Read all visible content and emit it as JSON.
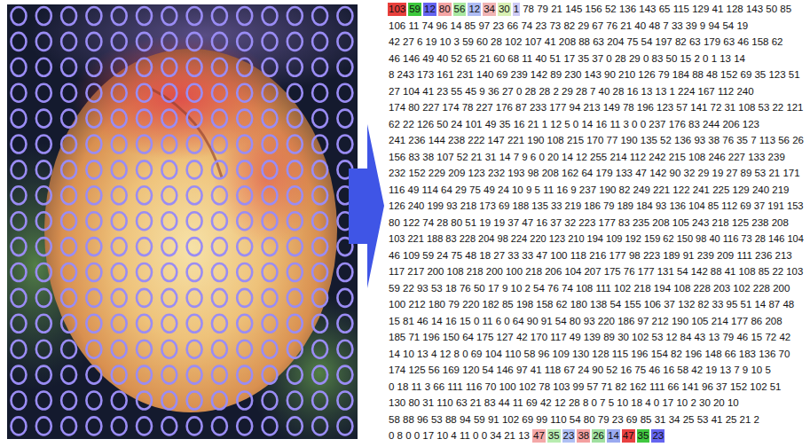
{
  "diagram": {
    "labels": [
      "103",
      "59",
      "12",
      "80",
      "56",
      "12",
      "34",
      "30",
      "1",
      "78 79 21 145 156 52 136 143 65 115 129 41 128 143 50 85",
      "106 11 74 96 14 85 97 23 66 74 23 73 82 29 67 76 21 40 48 7 33 39 9 94 54 19",
      "42 27 6 19 10 3 59 60 28 102 107 41 208 88 63 204 75 54 197 82 63 179 63 46 158 62",
      "46 146 49 40 52 65 21 60 68 11 40 51 17 35 37 0 28 29 0 83 50 15 2 0 1 13 14",
      "8 243 173 161 231 140 69 239 142 89 230 143 90 210 126 79 184 88 48 152 69 35 123 51",
      "27 104 41 23 55 45 9 36 27 0 28 28 2 29 28 7 40 28 16 13 13 1 224 167 112 240",
      "174 80 227 174 78 227 176 87 233 177 94 213 149 78 196 123 57 141 72 31 108 53 22 121",
      "62 22 126 50 24 101 49 35 16 21 1 12 5 0 14 16 11 3 0 0 237 176 83 244 206 123",
      "241 236 144 238 222 147 221 190 108 215 170 77 190 135 52 136 93 38 76 35 7 113 56 26",
      "156 83 38 107 52 21 31 14 7 9 6 0 20 14 12 255 214 112 242 215 108 246 227 133 239",
      "232 152 229 209 123 232 193 98 208 162 64 179 133 47 142 90 32 29 19 27 89 53 21 171",
      "116 49 114 64 29 75 49 24 10 9 5 11 16 9 237 190 82 249 221 122 241 225 129 240 219",
      "126 240 199 93 218 173 69 188 135 33 219 186 79 189 184 93 136 104 85 112 69 37 191 153",
      "80 122 74 28 80 51 19 19 37 47 16 37 32 223 177 83 235 208 105 243 218 125 238 208",
      "103 221 188 83 228 204 98 224 220 123 210 194 109 192 159 62 150 98 40 116 73 28 146 104",
      "46 109 59 24 75 48 18 27 33 33 47 100 118 216 177 98 223 189 91 239 209 111 236 213",
      "117 217 200 108 218 200 100 218 206 104 207 175 76 177 131 54 142 88 41 108 85 22 103",
      "59 22 93 53 18 76 50 17 9 10 2 54 76 74 108 111 102 218 194 108 228 203 102 228 200",
      "100 212 180 79 220 182 85 198 158 62 180 138 54 155 106 37 132 82 33 95 51 14 87 48",
      "15 81 46 14 16 15 0 11 6 0 64 90 91 54 80 93 220 186 97 212 190 105 214 177 86 208",
      "185 71 196 150 64 175 127 42 170 117 49 139 89 30 102 53 12 84 43 13 79 46 15 72 42",
      "14 10 13 4 12 8 0 69 104 110 58 96 109 130 128 115 196 154 82 196 148 66 183 136 70",
      "174 125 56 169 120 54 146 97 41 118 67 24 90 52 16 75 46 16 58 42 19 13 7 9 10 5",
      "0 18 11 3 66 111 116 70 100 102 78 103 99 57 71 82 162 111 66 141 96 37 152 102 51",
      "130 80 31 110 63 21 83 44 11 69 42 12 28 8 0 7 5 10 18 4 0 17 10 2 30 20 10",
      "58 88 96 53 88 94 59 91 102 69 99 110 54 80 79 23 69 85 31 34 25 53 41 25 21 2",
      "0 8 0 0 17 10 4 11 0 0 34 21 13",
      "47",
      "35",
      "23",
      "38",
      "26",
      "14",
      "47",
      "35",
      "23"
    ]
  }
}
